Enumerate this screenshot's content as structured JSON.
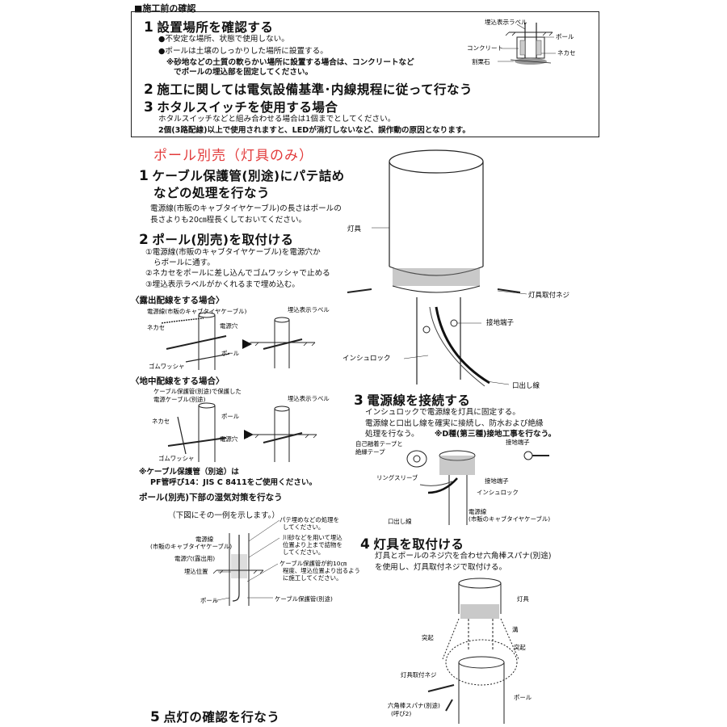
{
  "header": {
    "title": "■施工前の確認"
  },
  "precheck": {
    "s1": {
      "num": "1",
      "title": "設置場所を確認する",
      "lines": [
        "●不安定な場所、状態で使用しない。",
        "●ポールは土壌のしっかりした場所に設置する。"
      ],
      "bold": [
        "※砂地などの土質の軟らかい場所に設置する場合は、コンクリートなど",
        "でポールの埋込部を固定してください。"
      ]
    },
    "s2": {
      "num": "2",
      "title": "施工に関しては電気設備基準･内線規程に従って行なう"
    },
    "s3": {
      "num": "3",
      "title": "ホタルスイッチを使用する場合",
      "line": "ホタルスイッチなどと組み合わせる場合は1個までとしてください。",
      "bold": "2個(3路配線)以上で使用されますと、LEDが消灯しないなど、誤作動の原因となります。"
    },
    "diagram": {
      "label": "埋込表示ラベル",
      "pole": "ポール",
      "concrete": "コンクリート",
      "nakase": "ネカセ",
      "gravel": "割栗石"
    }
  },
  "main": {
    "red_title": "ポール別売（灯具のみ）",
    "s1": {
      "num": "1",
      "title1": "ケーブル保護管(別途)にパテ詰め",
      "title2": "などの処理を行なう",
      "lines": [
        "電源線(市販のキャブタイヤケーブル)の長さはポールの",
        "長さよりも20㎝程長くしておいてください。"
      ]
    },
    "s2": {
      "num": "2",
      "title": "ポール(別売)を取付ける",
      "lines": [
        "①電源線(市販のキャブタイヤケーブル)を電源穴か",
        "らポールに通す。",
        "②ネカセをポールに差し込んでゴムワッシャで止める",
        "③埋込表示ラベルがかくれるまで埋め込む。"
      ]
    },
    "exposed": {
      "title": "〈露出配線をする場合〉",
      "cable": "電源線(市販のキャブタイヤケーブル)",
      "nakase": "ネカセ",
      "hole": "電源穴",
      "washer": "ゴムワッシャ",
      "pole": "ポール",
      "label": "埋込表示ラベル"
    },
    "underground": {
      "title": "〈地中配線をする場合〉",
      "cable1": "ケーブル保護管(別途)で保護した",
      "cable2": "電源ケーブル(別途)",
      "nakase": "ネカセ",
      "pole": "ポール",
      "hole": "電源穴",
      "washer": "ゴムワッシャ",
      "label": "埋込表示ラベル"
    },
    "note": {
      "l1": "※ケーブル保護管（別途）は",
      "l2": "PF管呼び14：JIS C 8411をご使用ください。"
    },
    "moisture": {
      "title": "ポール(別売)下部の湿気対策を行なう",
      "sub": "（下図にその一例を示します。）",
      "n1a": "パテ埋めなどの処理を",
      "n1b": "してください。",
      "n2a": "川砂などを用いて埋込",
      "n2b": "位置より上まで詰物を",
      "n2c": "してください。",
      "cable_a": "電源線",
      "cable_b": "(市販のキャブタイヤケーブル)",
      "hole": "電源穴(露出用)",
      "pos": "埋込位置",
      "n3a": "ケーブル保護管が約10㎝",
      "n3b": "程度、埋込位置より出るよう",
      "n3c": "に施工してください。",
      "pole": "ポール",
      "pipe": "ケーブル保護管(別途)"
    }
  },
  "right": {
    "fixture": "灯具",
    "screw": "灯具取付ネジ",
    "ground": "接地端子",
    "insulock": "インシュロック",
    "lead": "口出し線",
    "s3": {
      "num": "3",
      "title": "電源線を接続する",
      "lines": [
        "インシュロックで電源線を灯具に固定する。",
        "電源線と口出し線を確実に接続し、防水および絶縁",
        "処理を行なう。"
      ],
      "bold": "※D種(第三種)接地工事を行なう。"
    },
    "s3d": {
      "tape1": "自己融着テープと",
      "tape2": "絶縁テープ",
      "sleeve": "リングスリーブ",
      "ground": "接地端子",
      "ground2": "接地端子",
      "insulock": "インシュロック",
      "lead": "口出し線",
      "cable1": "電源線",
      "cable2": "(市販のキャブタイヤケーブル)"
    },
    "s4": {
      "num": "4",
      "title": "灯具を取付ける",
      "lines": [
        "灯具とポールのネジ穴を合わせ六角棒スパナ(別途)",
        "を使用し、灯具取付ネジで取付ける。"
      ]
    },
    "s4d": {
      "fixture": "灯具",
      "groove": "溝",
      "bump1": "突起",
      "bump2": "突起",
      "screw": "灯具取付ネジ",
      "pole": "ポール",
      "wrench1": "六角棒スパナ(別途)",
      "wrench2": "(呼び2)"
    }
  },
  "s5": {
    "num": "5",
    "title": "点灯の確認を行なう"
  }
}
